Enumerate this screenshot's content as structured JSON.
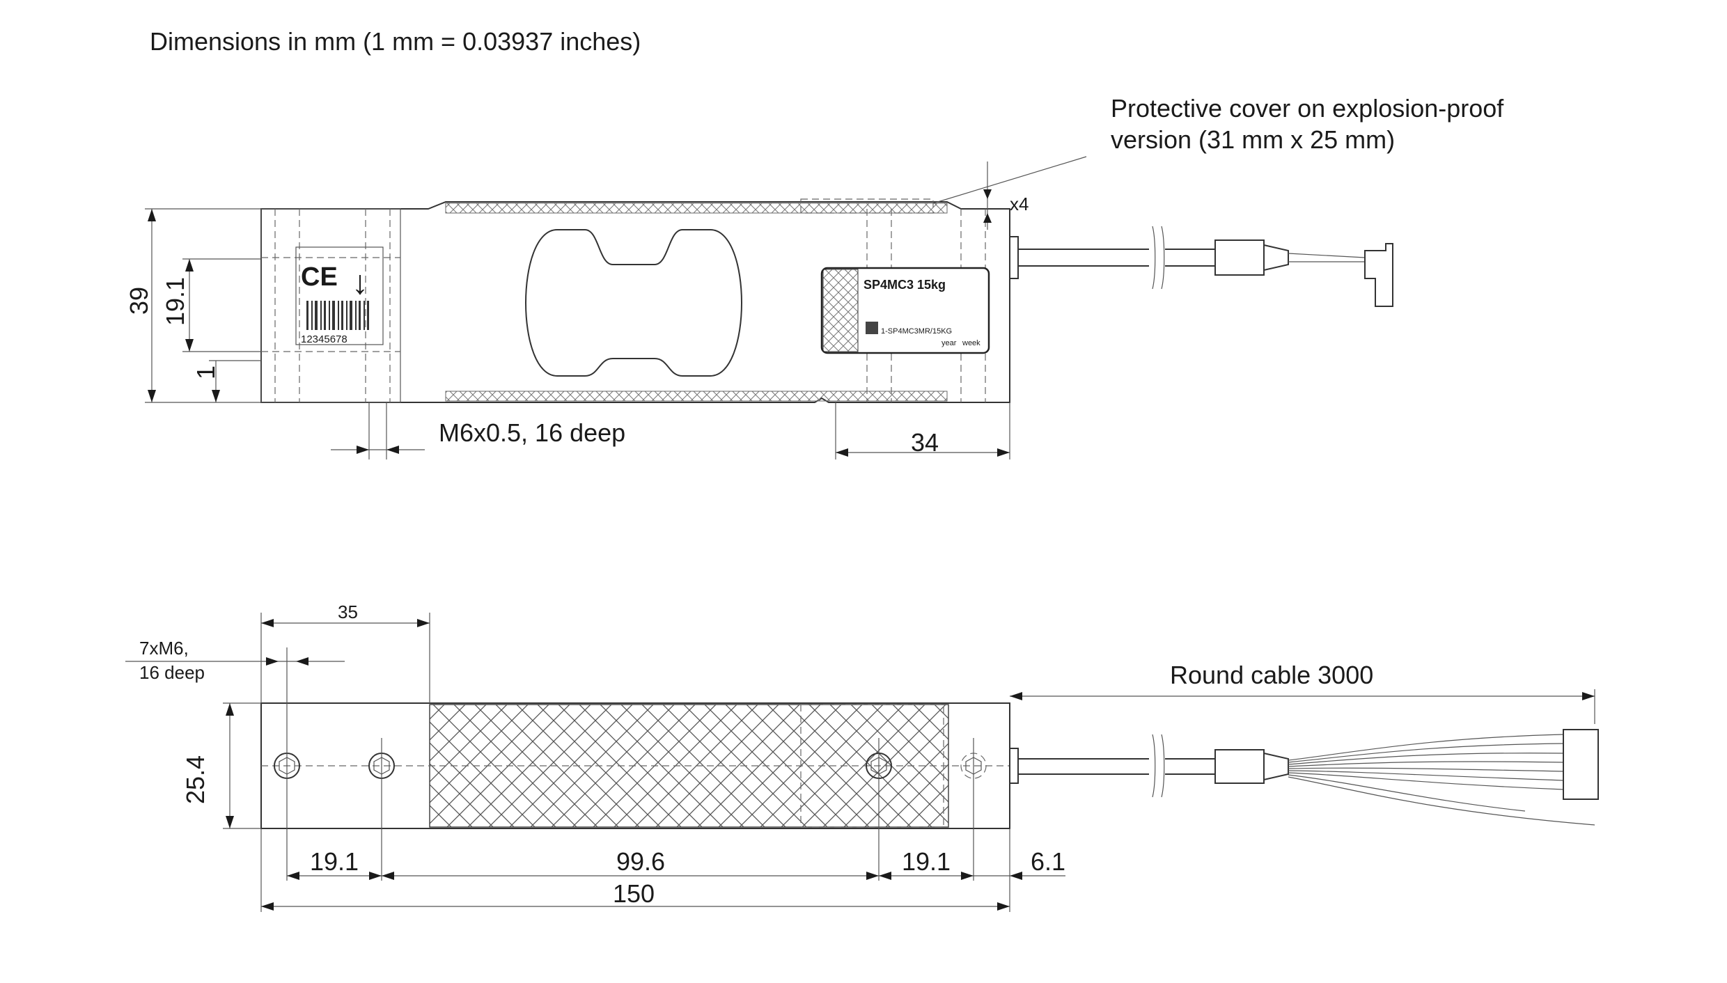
{
  "header": {
    "units_note": "Dimensions in mm (1 mm = 0.03937 inches)"
  },
  "side_view": {
    "cover_note_line1": "Protective cover on explosion-proof",
    "cover_note_line2": "version  (31 mm x 25 mm)",
    "cover_count": "x4",
    "height_total": "39",
    "hole_spacing": "19.1",
    "step": "1",
    "thread_note": "M6x0.5, 16 deep",
    "end_length": "34",
    "serial": "12345678",
    "ce_mark": "CE",
    "label": {
      "title": "SP4MC3  15kg",
      "line_a": "1-SP4MC3MR/15KG",
      "year": "year",
      "week": "week"
    }
  },
  "top_view": {
    "offset_35": "35",
    "holes_note_line1": "7xM6,",
    "holes_note_line2": "16 deep",
    "width": "25.4",
    "cable_note": "Round cable 3000",
    "dim_left_spacing": "19.1",
    "dim_center": "99.6",
    "dim_right_spacing": "19.1",
    "dim_end": "6.1",
    "dim_total": "150"
  }
}
